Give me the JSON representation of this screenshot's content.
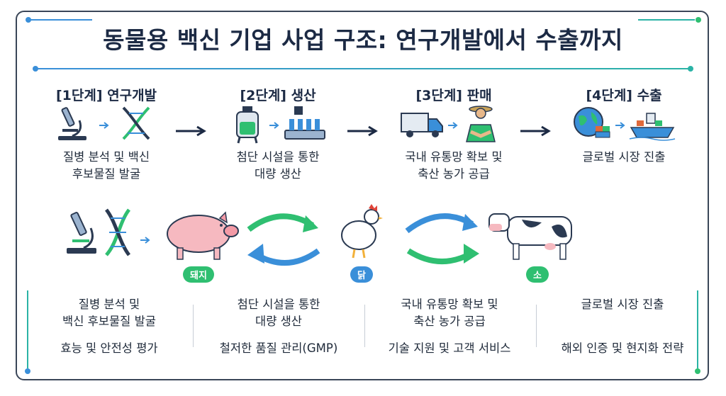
{
  "title": "동물용 백신 기업 사업 구조: 연구개발에서 수출까지",
  "stages": [
    {
      "label": "[1단계] 연구개발",
      "desc_lines": [
        "질병 분석 및 백신",
        "후보물질 발굴"
      ]
    },
    {
      "label": "[2단계] 생산",
      "desc_lines": [
        "첨단 시설을 통한",
        "대량 생산"
      ]
    },
    {
      "label": "[3단계] 판매",
      "desc_lines": [
        "국내 유통망 확보 및",
        "축산 농가 공급"
      ]
    },
    {
      "label": "[4단계] 수출",
      "desc_lines": [
        "글로벌 시장 진출"
      ]
    }
  ],
  "animals": [
    {
      "name": "돼지",
      "color": "#2fbf71"
    },
    {
      "name": "닭",
      "color": "#3a8fd9"
    },
    {
      "name": "소",
      "color": "#2fbf71"
    }
  ],
  "bottom": [
    {
      "lines": [
        "질병 분석 및",
        "백신 후보물질 발굴"
      ],
      "extra": "효능 및 안전성 평가"
    },
    {
      "lines": [
        "첨단 시설을 통한",
        "대량 생산"
      ],
      "extra": "철저한 품질 관리(GMP)"
    },
    {
      "lines": [
        "국내 유통망 확보 및",
        "축산 농가 공급"
      ],
      "extra": "기술 지원 및 고객 서비스"
    },
    {
      "lines": [
        "글로벌 시장 진출"
      ],
      "extra": "해외 인증 및 현지화 전략"
    }
  ],
  "colors": {
    "green": "#2fbf71",
    "blue": "#3a8fd9",
    "navy": "#1c2a44",
    "teal": "#2ab3a6"
  },
  "icons": [
    "microscope-icon",
    "dna-icon",
    "bioreactor-icon",
    "vial-line-icon",
    "truck-icon",
    "farmer-icon",
    "handshake-icon",
    "globe-icon",
    "ship-icon",
    "pig-icon",
    "chicken-icon",
    "cow-icon"
  ]
}
